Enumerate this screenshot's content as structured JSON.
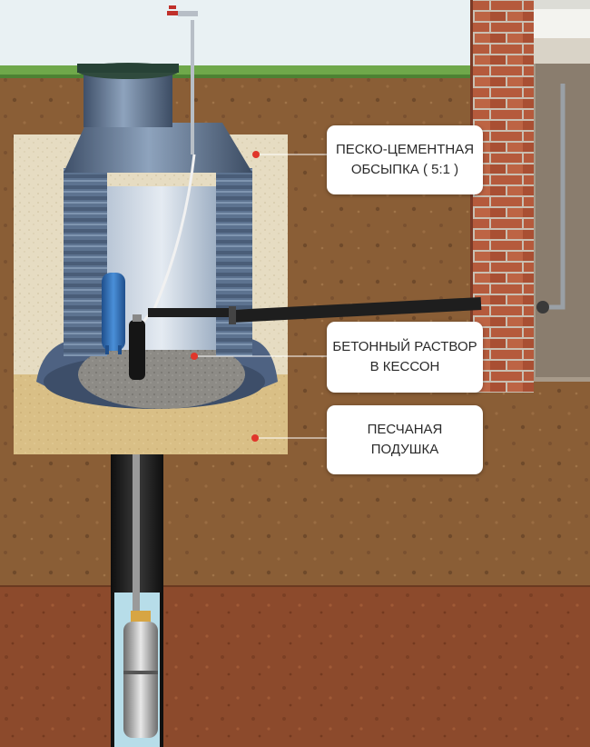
{
  "labels": {
    "sand_cement_backfill": {
      "line1": "ПЕСКО-ЦЕМЕНТНАЯ",
      "line2": "ОБСЫПКА ( 5:1 )"
    },
    "concrete_mortar": {
      "line1": "БЕТОННЫЙ РАСТВОР",
      "line2": "В КЕССОН"
    },
    "sand_cushion": {
      "line1": "ПЕСЧАНАЯ",
      "line2": "ПОДУШКА"
    }
  },
  "colors": {
    "sky": "#e9f1f3",
    "grass": "#6fa84a",
    "soil": "#8a5e36",
    "clay": "#8c4a2c",
    "sand_cement": "#e6dcc2",
    "sand_cushion": "#d9bf86",
    "caisson": "#5d7390",
    "brick": "#b55a3c",
    "pointer": "#e0362b",
    "pipe": "#1e1e1e",
    "tank": "#2f6fb5"
  },
  "icons": {
    "caisson": "caisson-icon",
    "pump": "submersible-pump-icon",
    "tank": "hydraulic-accumulator-icon",
    "tap": "tap-icon"
  }
}
